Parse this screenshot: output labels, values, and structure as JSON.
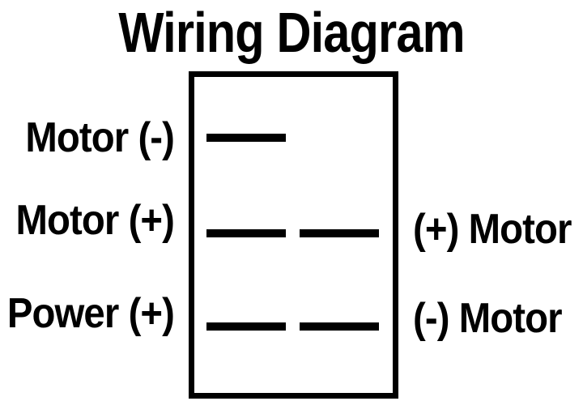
{
  "title": "Wiring Diagram",
  "colors": {
    "foreground": "#000000",
    "background": "#ffffff"
  },
  "diagram": {
    "switch_body": {
      "description": "rocker-switch-outline",
      "rows": [
        {
          "left_label": "Motor (-)",
          "right_label": "",
          "terminals": 1
        },
        {
          "left_label": "Motor (+)",
          "right_label": "(+) Motor",
          "terminals": 2
        },
        {
          "left_label": "Power (+)",
          "right_label": "(-) Motor",
          "terminals": 2
        }
      ]
    }
  }
}
